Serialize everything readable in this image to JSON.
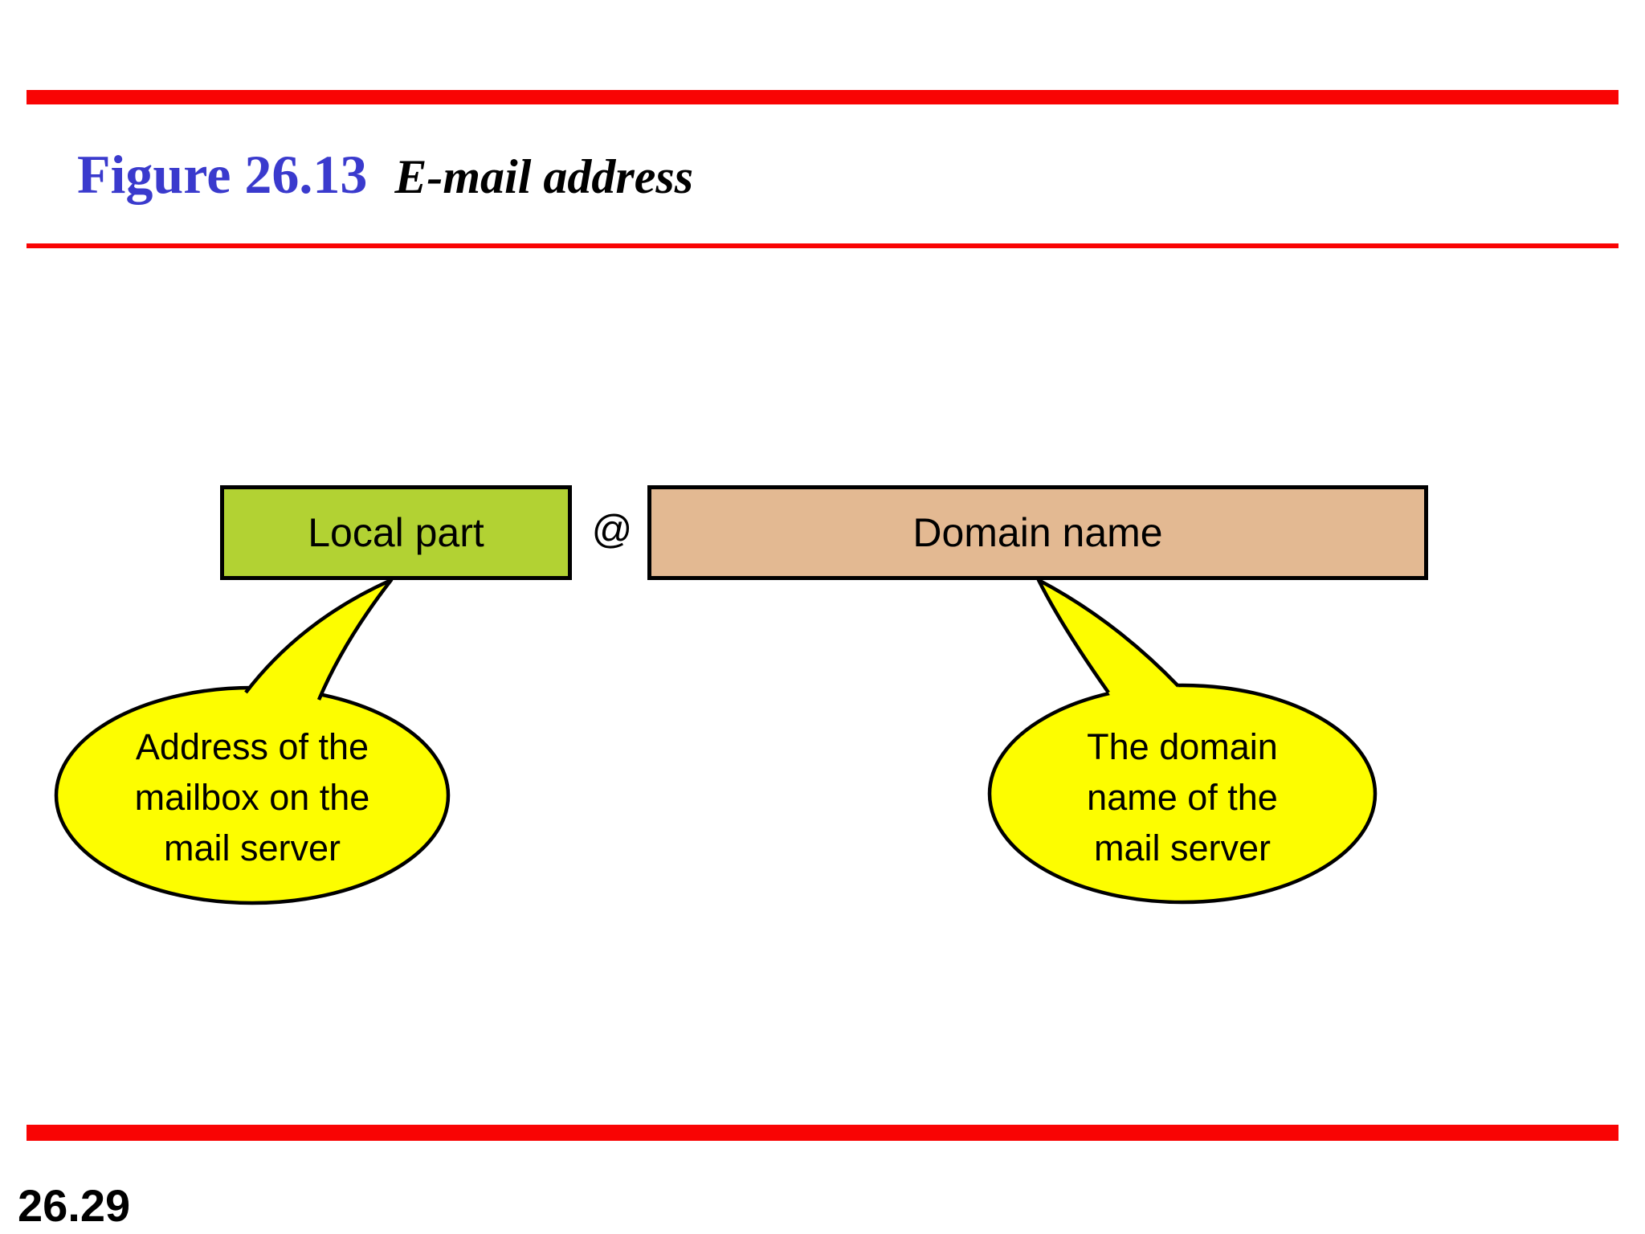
{
  "header": {
    "figure_label": "Figure 26.13",
    "figure_title": "E-mail address"
  },
  "diagram": {
    "local_part_label": "Local part",
    "at_symbol": "@",
    "domain_name_label": "Domain name",
    "left_callout": {
      "lines": [
        "Address of the",
        "mailbox on the",
        "mail server"
      ]
    },
    "right_callout": {
      "lines": [
        "The domain",
        "name of the",
        "mail server"
      ]
    }
  },
  "footer": {
    "page_number": "26.29"
  },
  "colors": {
    "accent_red": "#f90404",
    "title_blue": "#3a3acd",
    "local_green": "#b2d233",
    "domain_tan": "#e3b992",
    "callout_yellow": "#fdfd00"
  }
}
